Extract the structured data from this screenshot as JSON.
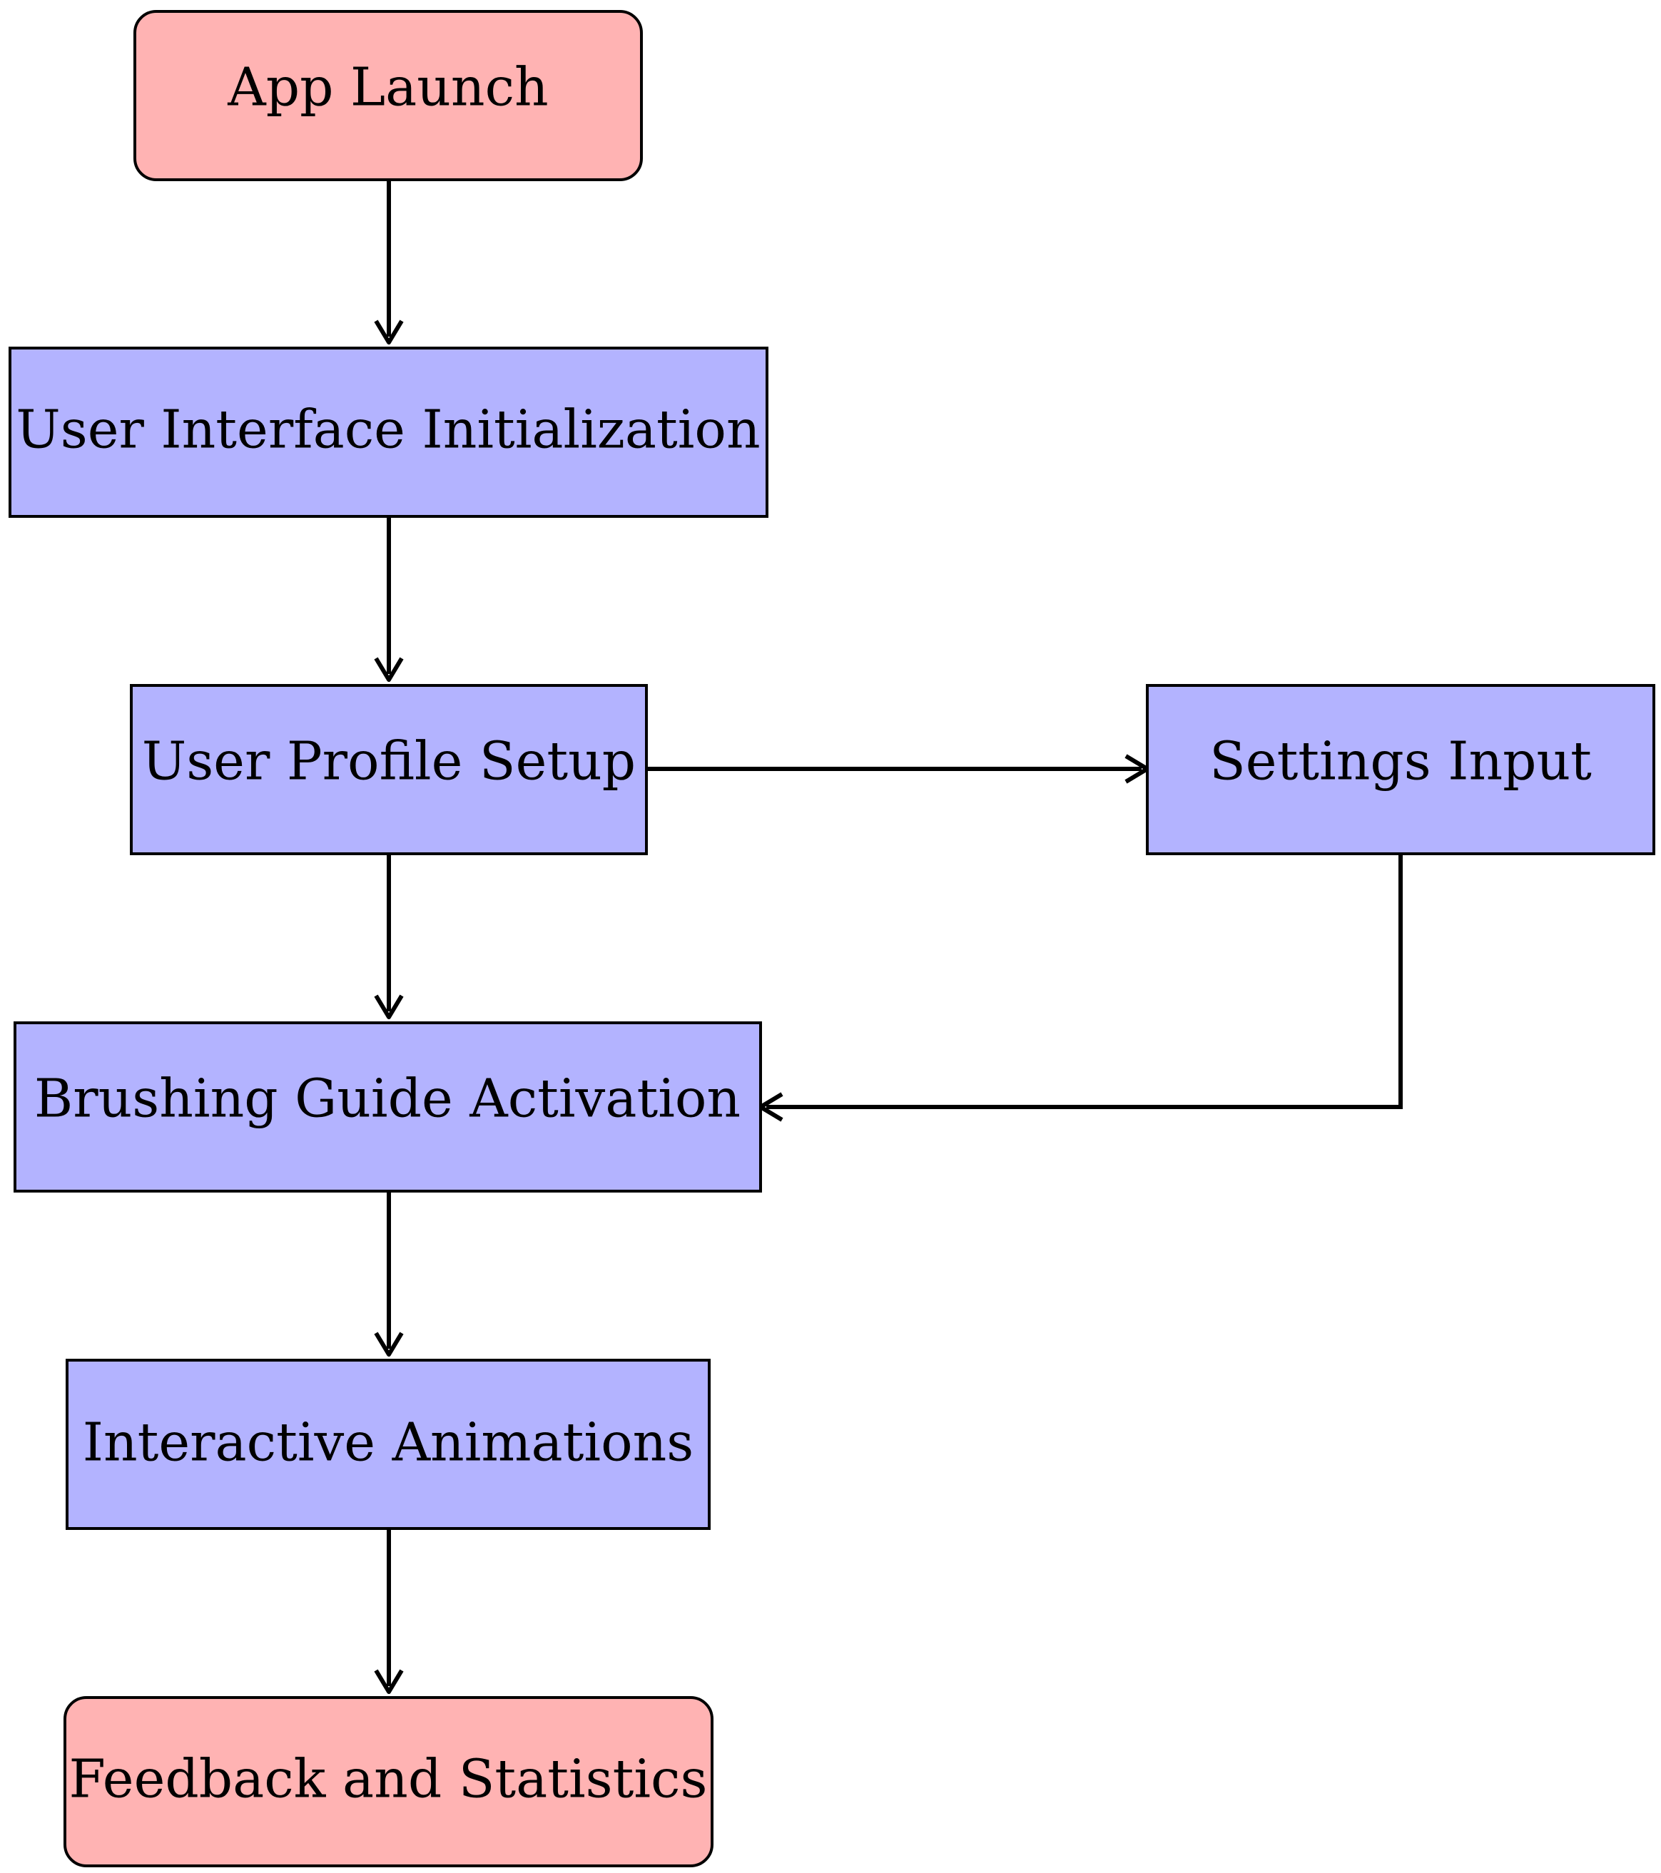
{
  "colors": {
    "terminal_fill": "#FFB3B3",
    "process_fill": "#B3B3FF",
    "stroke": "#000000",
    "background": "#FFFFFF"
  },
  "nodes": {
    "app_launch": {
      "label": "App Launch",
      "shape": "rounded"
    },
    "ui_init": {
      "label": "User Interface Initialization",
      "shape": "rect"
    },
    "profile_setup": {
      "label": "User Profile Setup",
      "shape": "rect"
    },
    "settings_input": {
      "label": "Settings Input",
      "shape": "rect"
    },
    "brushing_guide": {
      "label": "Brushing Guide Activation",
      "shape": "rect"
    },
    "animations": {
      "label": "Interactive Animations",
      "shape": "rect"
    },
    "feedback": {
      "label": "Feedback and Statistics",
      "shape": "rounded"
    }
  },
  "edges": [
    {
      "from": "app_launch",
      "to": "ui_init"
    },
    {
      "from": "ui_init",
      "to": "profile_setup"
    },
    {
      "from": "profile_setup",
      "to": "settings_input"
    },
    {
      "from": "profile_setup",
      "to": "brushing_guide"
    },
    {
      "from": "settings_input",
      "to": "brushing_guide"
    },
    {
      "from": "brushing_guide",
      "to": "animations"
    },
    {
      "from": "animations",
      "to": "feedback"
    }
  ]
}
